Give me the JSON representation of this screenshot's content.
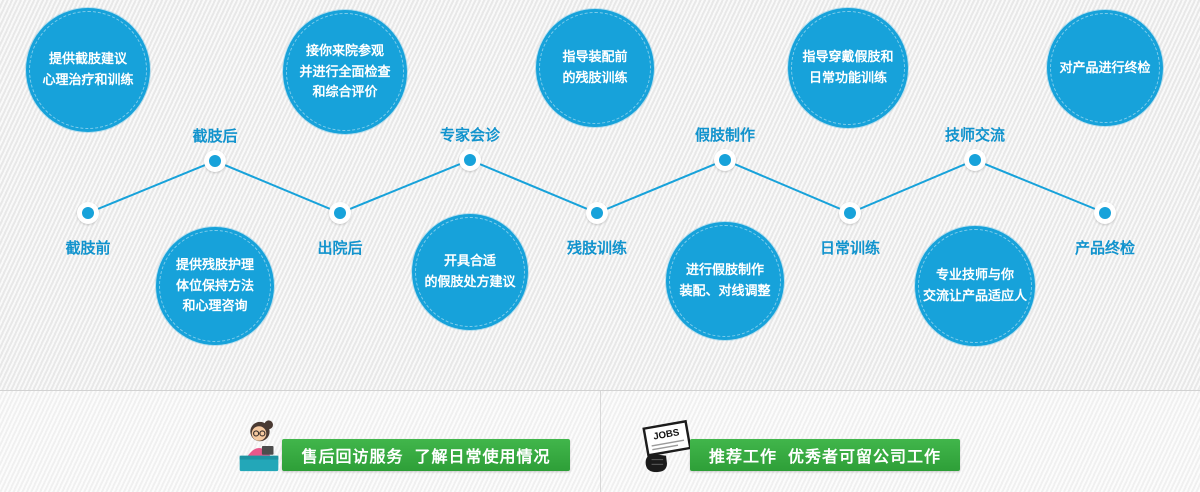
{
  "timeline": {
    "stages": [
      {
        "label": "截肢前"
      },
      {
        "label": "截肢后"
      },
      {
        "label": "出院后"
      },
      {
        "label": "专家会诊"
      },
      {
        "label": "残肢训练"
      },
      {
        "label": "假肢制作"
      },
      {
        "label": "日常训练"
      },
      {
        "label": "技师交流"
      },
      {
        "label": "产品终检"
      }
    ]
  },
  "bubbles": {
    "top": [
      {
        "text": "提供截肢建议\n心理治疗和训练"
      },
      {
        "text": "接你来院参观\n并进行全面检查\n和综合评价"
      },
      {
        "text": "指导装配前\n的残肢训练"
      },
      {
        "text": "指导穿戴假肢和\n日常功能训练"
      },
      {
        "text": "对产品进行终检"
      }
    ],
    "bottom": [
      {
        "text": "提供残肢护理\n体位保持方法\n和心理咨询"
      },
      {
        "text": "开具合适\n的假肢处方建议"
      },
      {
        "text": "进行假肢制作\n装配、对线调整"
      },
      {
        "text": "专业技师与你\n交流让产品适应人"
      }
    ]
  },
  "footer": {
    "after_sales_banner": "售后回访服务  了解日常使用情况",
    "jobs_banner": "推荐工作  优秀者可留公司工作",
    "jobs_icon_label": "JOBS"
  },
  "colors": {
    "accent_blue": "#17a2da",
    "label_blue": "#1193cd",
    "banner_green": "#35ab3f"
  }
}
